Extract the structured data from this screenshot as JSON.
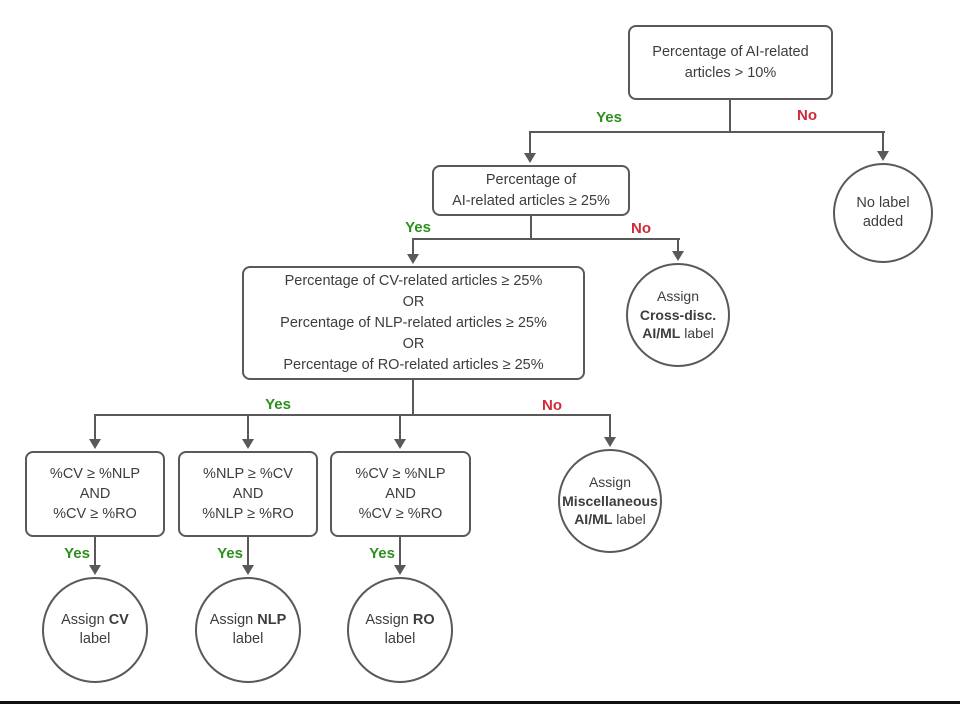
{
  "labels": {
    "yes": "Yes",
    "no": "No"
  },
  "colors": {
    "yes": "#2e8f1e",
    "no": "#cf2b36",
    "line": "#595959",
    "text": "#3d3d3d"
  },
  "nodes": {
    "root": {
      "line1": "Percentage of AI-related",
      "line2": "articles > 10%"
    },
    "no_label": {
      "line1": "No label",
      "line2": "added"
    },
    "ai25": {
      "line1": "Percentage of",
      "line2": "AI-related articles ≥ 25%"
    },
    "cross_disc": {
      "line1": "Assign",
      "line2_bold": "Cross-disc.",
      "line3_bold": "AI/ML",
      "line3_text": "label"
    },
    "or_box": {
      "line1": "Percentage of CV-related articles ≥ 25%",
      "line2": "OR",
      "line3": "Percentage of NLP-related articles ≥ 25%",
      "line4": "OR",
      "line5": "Percentage of RO-related articles ≥ 25%"
    },
    "misc": {
      "line1": "Assign",
      "line2_bold": "Miscellaneous",
      "line3_bold": "AI/ML",
      "line3_text": "label"
    },
    "cond_cv": {
      "line1": "%CV ≥ %NLP",
      "line2": "AND",
      "line3": "%CV ≥ %RO"
    },
    "cond_nlp": {
      "line1": "%NLP ≥ %CV",
      "line2": "AND",
      "line3": "%NLP ≥ %RO"
    },
    "cond_ro": {
      "line1": "%CV ≥ %NLP",
      "line2": "AND",
      "line3": "%CV ≥ %RO"
    },
    "assign_cv": {
      "pre": "Assign",
      "bold": "CV",
      "line2": "label"
    },
    "assign_nlp": {
      "pre": "Assign",
      "bold": "NLP",
      "line2": "label"
    },
    "assign_ro": {
      "pre": "Assign",
      "bold": "RO",
      "line2": "label"
    }
  }
}
